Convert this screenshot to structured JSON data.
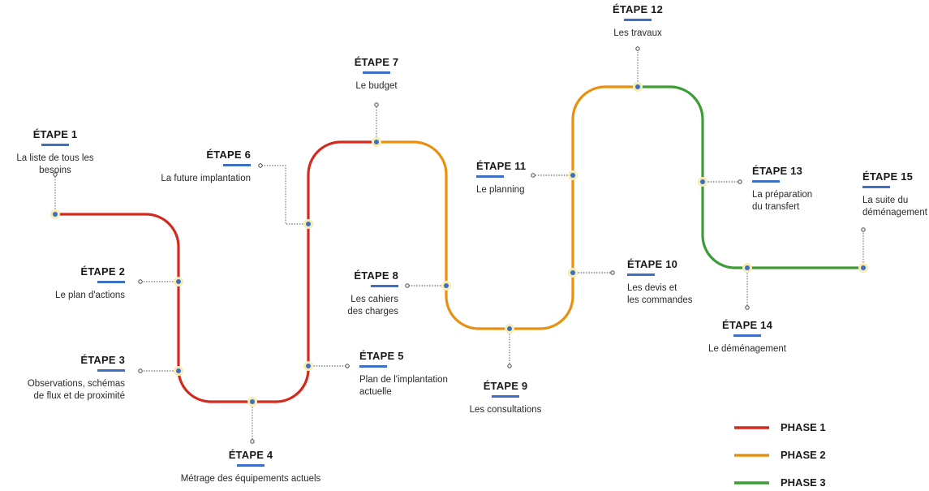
{
  "steps": [
    {
      "title": "ÉTAPE 1",
      "desc": "La liste de tous les besoins"
    },
    {
      "title": "ÉTAPE 2",
      "desc": "Le plan d'actions"
    },
    {
      "title": "ÉTAPE 3",
      "desc": "Observations, schémas\nde flux et de proximité"
    },
    {
      "title": "ÉTAPE 4",
      "desc": "Métrage des équipements actuels"
    },
    {
      "title": "ÉTAPE 5",
      "desc": "Plan de l'implantation\nactuelle"
    },
    {
      "title": "ÉTAPE 6",
      "desc": "La future implantation"
    },
    {
      "title": "ÉTAPE 7",
      "desc": "Le budget"
    },
    {
      "title": "ÉTAPE 8",
      "desc": "Les cahiers\ndes charges"
    },
    {
      "title": "ÉTAPE 9",
      "desc": "Les consultations"
    },
    {
      "title": "ÉTAPE 10",
      "desc": "Les devis et\nles commandes"
    },
    {
      "title": "ÉTAPE 11",
      "desc": "Le planning"
    },
    {
      "title": "ÉTAPE 12",
      "desc": "Les travaux"
    },
    {
      "title": "ÉTAPE 13",
      "desc": "La préparation\ndu transfert"
    },
    {
      "title": "ÉTAPE 14",
      "desc": "Le déménagement"
    },
    {
      "title": "ÉTAPE 15",
      "desc": "La suite du\ndéménagement"
    }
  ],
  "legend": [
    {
      "label": "PHASE 1",
      "color": "#d42a1e"
    },
    {
      "label": "PHASE 2",
      "color": "#e8900f"
    },
    {
      "label": "PHASE 3",
      "color": "#3d9c35"
    }
  ],
  "colors": {
    "phase1": "#d42a1e",
    "phase2": "#e8900f",
    "phase3": "#3d9c35",
    "accent": "#3d6fc4",
    "node_halo": "#f6ecb4"
  }
}
